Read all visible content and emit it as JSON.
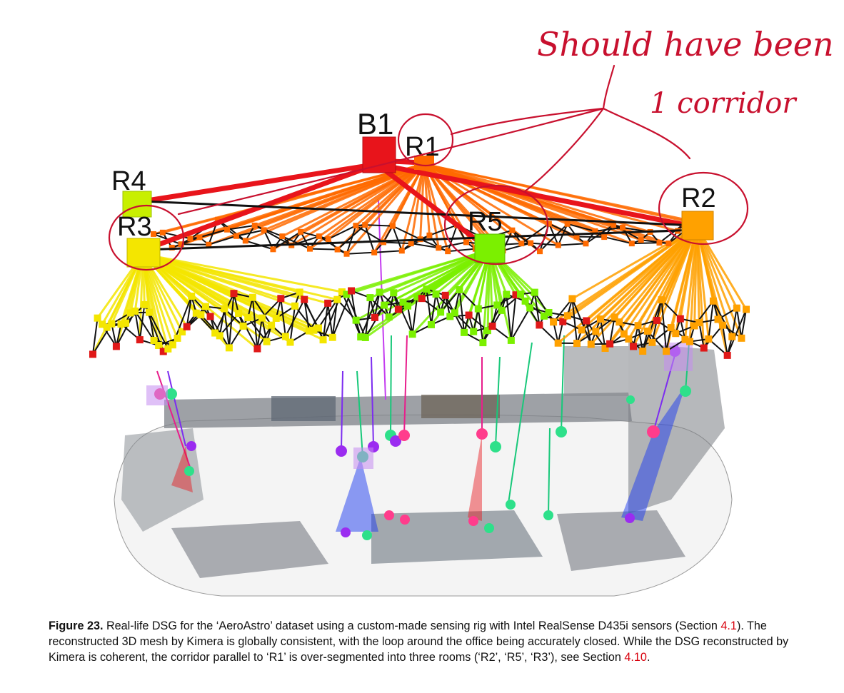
{
  "figure": {
    "node_labels": {
      "b1": "B1",
      "r1": "R1",
      "r2": "R2",
      "r3": "R3",
      "r4": "R4",
      "r5": "R5"
    },
    "annotation": {
      "line1": "Should have been",
      "line2": "1 corridor"
    },
    "colors": {
      "building": "#e8141b",
      "r1": "#ff6a00",
      "r2": "#ffa100",
      "r3": "#f4e600",
      "r4": "#c8ef00",
      "r5": "#7bf000",
      "places": "#e01818",
      "edges": "#111111",
      "annotation": "#c8102e"
    }
  },
  "caption": {
    "figure_number": "Figure 23.",
    "text_1": "Real-life DSG for the ‘AeroAstro’ dataset using a custom-made sensing rig with Intel RealSense D435i sensors (Section ",
    "ref_1": "4.1",
    "text_2": "). The reconstructed 3D mesh by Kimera is globally consistent, with the loop around the office being accurately closed. While the DSG reconstructed by Kimera is coherent, the corridor parallel to ‘R1’ is over-segmented into three rooms (‘R2’, ‘R5’, ‘R3’), see Section ",
    "ref_2": "4.10",
    "text_3": "."
  }
}
